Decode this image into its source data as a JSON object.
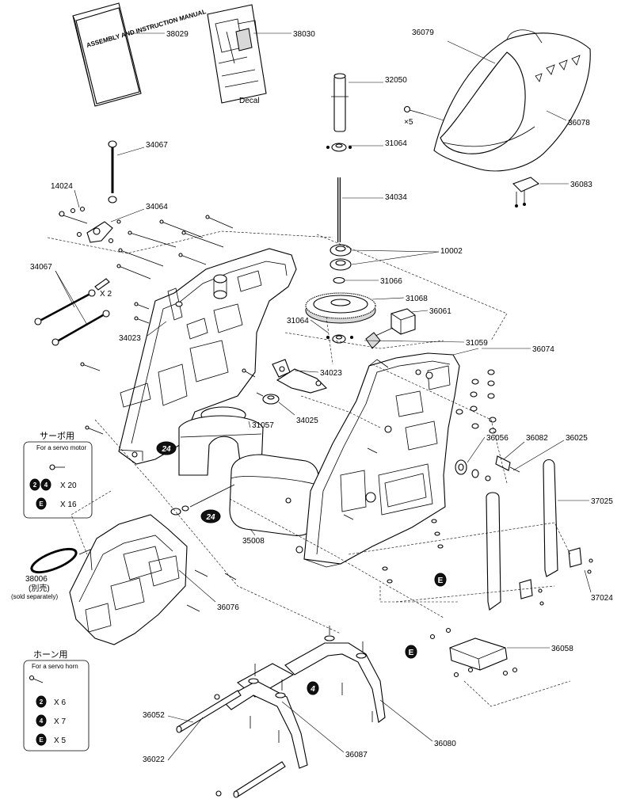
{
  "parts": [
    {
      "id": "p38029",
      "label": "38029"
    },
    {
      "id": "p38030",
      "label": "38030"
    },
    {
      "id": "p36079",
      "label": "36079"
    },
    {
      "id": "p32050",
      "label": "32050"
    },
    {
      "id": "p36078",
      "label": "36078"
    },
    {
      "id": "p31064a",
      "label": "31064"
    },
    {
      "id": "p34067a",
      "label": "34067"
    },
    {
      "id": "p36083",
      "label": "36083"
    },
    {
      "id": "p14024",
      "label": "14024"
    },
    {
      "id": "p34034",
      "label": "34034"
    },
    {
      "id": "p34064",
      "label": "34064"
    },
    {
      "id": "p10002",
      "label": "10002"
    },
    {
      "id": "p34067b",
      "label": "34067"
    },
    {
      "id": "p31066",
      "label": "31066"
    },
    {
      "id": "p31068",
      "label": "31068"
    },
    {
      "id": "p36061",
      "label": "36061"
    },
    {
      "id": "p31064b",
      "label": "31064"
    },
    {
      "id": "p34023a",
      "label": "34023"
    },
    {
      "id": "p31059",
      "label": "31059"
    },
    {
      "id": "p36074",
      "label": "36074"
    },
    {
      "id": "p34023b",
      "label": "34023"
    },
    {
      "id": "p34025",
      "label": "34025"
    },
    {
      "id": "p31057",
      "label": "31057"
    },
    {
      "id": "p36056",
      "label": "36056"
    },
    {
      "id": "p36082",
      "label": "36082"
    },
    {
      "id": "p36025",
      "label": "36025"
    },
    {
      "id": "p37025",
      "label": "37025"
    },
    {
      "id": "p35008",
      "label": "35008"
    },
    {
      "id": "p38006",
      "label": "38006"
    },
    {
      "id": "p36076",
      "label": "36076"
    },
    {
      "id": "p37024",
      "label": "37024"
    },
    {
      "id": "p36058",
      "label": "36058"
    },
    {
      "id": "p36022",
      "label": "36022"
    },
    {
      "id": "p36080",
      "label": "36080"
    },
    {
      "id": "p36052",
      "label": "36052"
    },
    {
      "id": "p36087",
      "label": "36087"
    }
  ],
  "annotations": {
    "decal": "Decal",
    "x5_canopy": "×5",
    "x2_rods": "X 2",
    "manual_cover": "ASSEMBLY AND INSTRUCTION MANUAL",
    "sold_separately_jp": "(別売)",
    "sold_separately": "(sold separately)"
  },
  "servo_motor_box": {
    "title_jp": "サーボ用",
    "title": "For a servo motor",
    "rows": [
      {
        "marks": [
          "2",
          "4"
        ],
        "qty": "X 20"
      },
      {
        "marks": [
          "E"
        ],
        "qty": "X 16"
      }
    ]
  },
  "servo_horn_box": {
    "title_jp": "ホーン用",
    "title": "For a servo horn",
    "rows": [
      {
        "marks": [
          "2"
        ],
        "qty": "X 6"
      },
      {
        "marks": [
          "4"
        ],
        "qty": "X 7"
      },
      {
        "marks": [
          "E"
        ],
        "qty": "X 5"
      }
    ]
  },
  "markers": {
    "m24a": "24",
    "m24b": "24",
    "mEa": "E",
    "mEb": "E",
    "m4": "4"
  }
}
